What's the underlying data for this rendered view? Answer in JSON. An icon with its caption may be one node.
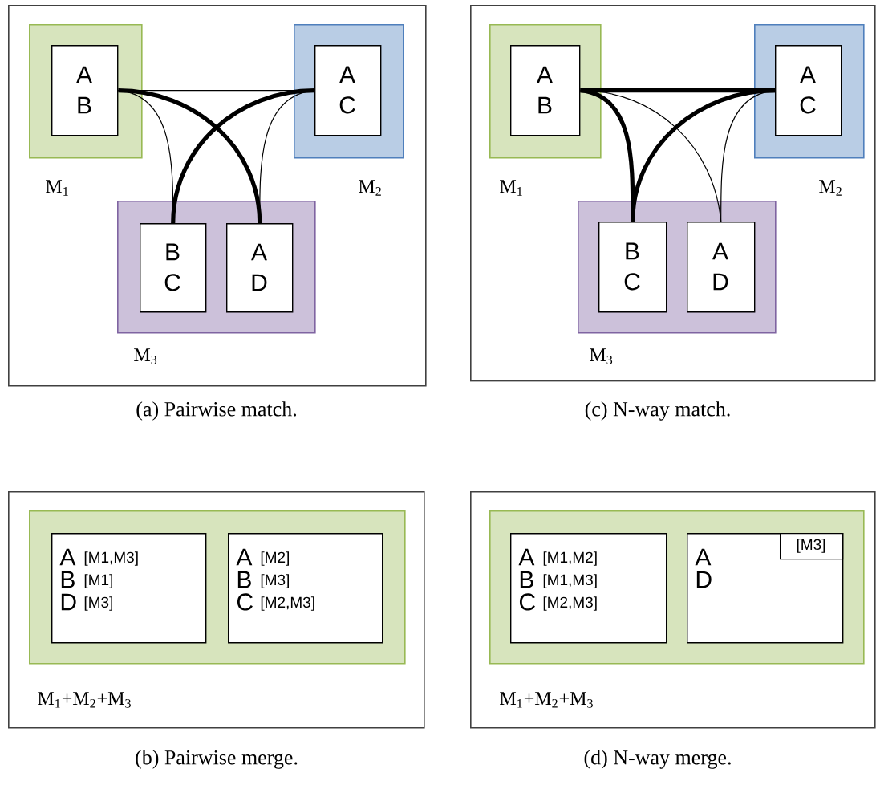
{
  "diagram": {
    "nodes": [
      {
        "text": [],
        "shape": "box"
      },
      {
        "text": [
          "M$_{1}$"
        ],
        "in": 0
      },
      {
        "text": [
          "A B"
        ],
        "in": 1
      },
      {
        "text": [
          "M$_{2}$"
        ],
        "in": 0
      },
      {
        "text": [
          "A C"
        ],
        "in": 3
      },
      {
        "text": [
          "M$_{3}$"
        ],
        "in": 0
      },
      {
        "text": [
          "B C"
        ],
        "in": 5
      },
      {
        "text": [
          "A D"
        ],
        "in": 5
      },
      {
        "text": [],
        "shape": "box"
      },
      {
        "text": [
          "M$_{1}$"
        ],
        "in": 8
      },
      {
        "text": [
          "A B"
        ],
        "in": 9
      },
      {
        "text": [
          "M$_{2}$"
        ],
        "in": 8
      },
      {
        "text": [
          "A C"
        ],
        "in": 11
      },
      {
        "text": [
          "M$_{3}$"
        ],
        "in": 8
      },
      {
        "text": [
          "B C"
        ],
        "in": 13
      },
      {
        "text": [
          "A D"
        ],
        "in": 13
      },
      {
        "text": [],
        "shape": "box"
      },
      {
        "text": [
          "M$_{1}$+M$_{2}$+M$_{3}$"
        ],
        "in": 16
      },
      {
        "text": [
          "A",
          "[M1,M3]",
          "B",
          "[M1]",
          "D",
          "[M3]"
        ],
        "in": 17
      },
      {
        "text": [
          "A",
          "[M2]",
          "B",
          "[M3]",
          "C",
          "[M2,M3]"
        ],
        "in": 17
      },
      {
        "text": [],
        "shape": "box"
      },
      {
        "text": [
          "M$_{1}$+M$_{2}$+M$_{3}$"
        ],
        "in": 20
      },
      {
        "text": [
          "A",
          "[M1,M2]",
          "B",
          "[M1,M3]",
          "C",
          "[M2,M3]"
        ],
        "in": 21
      },
      {
        "text": [
          "A",
          "D"
        ],
        "in": 21
      },
      {
        "text": [
          "[M3]"
        ],
        "in": 23
      }
    ],
    "edges": [
      {
        "from": 2,
        "to": 4,
        "arrow": "none"
      },
      {
        "from": 2,
        "to": 6,
        "arrow": "none"
      },
      {
        "from": 2,
        "to": 7,
        "arrow": "none",
        "style": "thick"
      },
      {
        "from": 4,
        "to": 6,
        "arrow": "none",
        "style": "thick"
      },
      {
        "from": 4,
        "to": 7,
        "arrow": "none"
      },
      {
        "from": 10,
        "to": 12,
        "arrow": "none",
        "style": "thick"
      },
      {
        "from": 10,
        "to": 14,
        "arrow": "none",
        "style": "thick"
      },
      {
        "from": 10,
        "to": 15,
        "arrow": "none"
      },
      {
        "from": 12,
        "to": 14,
        "arrow": "none",
        "style": "thick"
      },
      {
        "from": 12,
        "to": 15,
        "arrow": "none"
      }
    ],
    "labels": [
      "(a) Pairwise match.",
      "(c) N-way match.",
      "(b) Pairwise merge.",
      "(d) N-way merge."
    ]
  }
}
